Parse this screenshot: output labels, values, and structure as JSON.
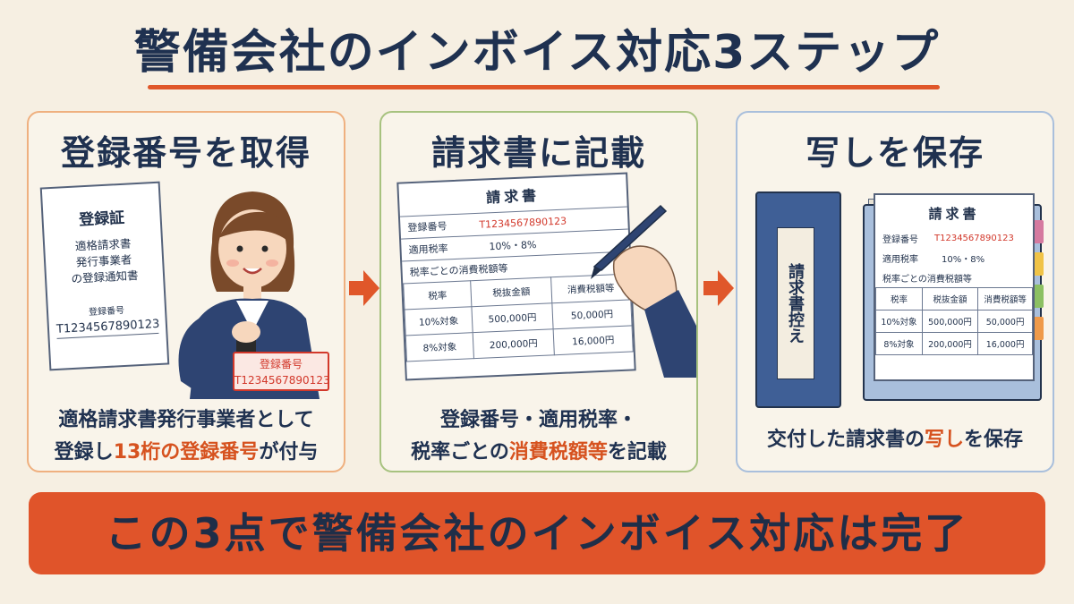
{
  "title": "警備会社のインボイス対応3ステップ",
  "colors": {
    "accent": "#e0572a",
    "navy": "#1f3150",
    "panel1_border": "#efb07f",
    "panel2_border": "#a7c27f",
    "panel3_border": "#a9bfdc"
  },
  "steps": [
    {
      "title": "登録番号を取得",
      "certificate": {
        "title": "登録証",
        "body_line1": "適格請求書",
        "body_line2": "発行事業者",
        "body_line3": "の登録通知書",
        "number_label": "登録番号",
        "number": "T1234567890123"
      },
      "stamp": {
        "label": "登録番号",
        "number": "T1234567890123"
      },
      "caption_line1": "適格請求書発行事業者として",
      "caption_line2_pre": "登録し",
      "caption_line2_highlight": "13桁の登録番号",
      "caption_line2_post": "が付与"
    },
    {
      "title": "請求書に記載",
      "invoice": {
        "title": "請求書",
        "reg_label": "登録番号",
        "reg_number": "T1234567890123",
        "rate_label": "適用税率",
        "rate_value": "10%・8%",
        "per_rate_label": "税率ごとの消費税額等",
        "headers": [
          "税率",
          "税抜金額",
          "消費税額等"
        ],
        "rows": [
          [
            "10%対象",
            "500,000円",
            "50,000円"
          ],
          [
            "8%対象",
            "200,000円",
            "16,000円"
          ]
        ]
      },
      "caption_line1": "登録番号・適用税率・",
      "caption_line2_pre": "税率ごとの",
      "caption_line2_highlight": "消費税額等",
      "caption_line2_post": "を記載"
    },
    {
      "title": "写しを保存",
      "binder_label": "請求書控え",
      "invoice": {
        "title": "請求書",
        "reg_label": "登録番号",
        "reg_number": "T1234567890123",
        "rate_label": "適用税率",
        "rate_value": "10%・8%",
        "per_rate_label": "税率ごとの消費税額等",
        "headers": [
          "税率",
          "税抜金額",
          "消費税額等"
        ],
        "rows": [
          [
            "10%対象",
            "500,000円",
            "50,000円"
          ],
          [
            "8%対象",
            "200,000円",
            "16,000円"
          ]
        ]
      },
      "caption_pre": "交付した請求書の",
      "caption_highlight": "写し",
      "caption_post": "を保存"
    }
  ],
  "bottom_banner": "この3点で警備会社のインボイス対応は完了"
}
